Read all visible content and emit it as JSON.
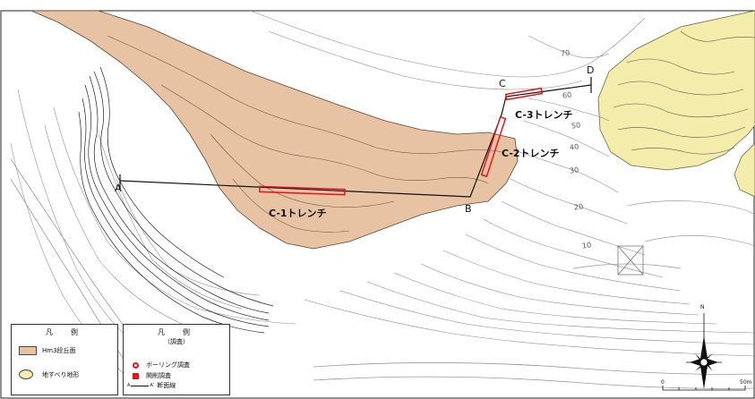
{
  "points": {
    "A": "A",
    "B": "B",
    "C": "C",
    "D": "D"
  },
  "trenches": {
    "c1": "C-1トレンチ",
    "c2": "C-2トレンチ",
    "c3": "C-3トレンチ"
  },
  "contours": {
    "c70": "70",
    "c60": "60",
    "c50": "50",
    "c40": "40",
    "c30": "30",
    "c20": "20",
    "c10": "10"
  },
  "legend1": {
    "title": "凡　例",
    "items": [
      {
        "label": "Hm3段丘面",
        "color": "#e8c3a3"
      },
      {
        "label": "地すべり地形",
        "color": "#f3ecaa"
      }
    ]
  },
  "legend2": {
    "title": "凡　例",
    "subtitle": "（調査）",
    "items": [
      {
        "label": "ボーリング調査",
        "color": "#e8141c"
      },
      {
        "label": "開削調査",
        "color": "#e8141c"
      },
      {
        "label": "断面線",
        "symbol_left": "A",
        "symbol_right": "A'"
      }
    ]
  },
  "scale": {
    "zero": "0",
    "max": "50m"
  },
  "north": {
    "label": "N"
  }
}
